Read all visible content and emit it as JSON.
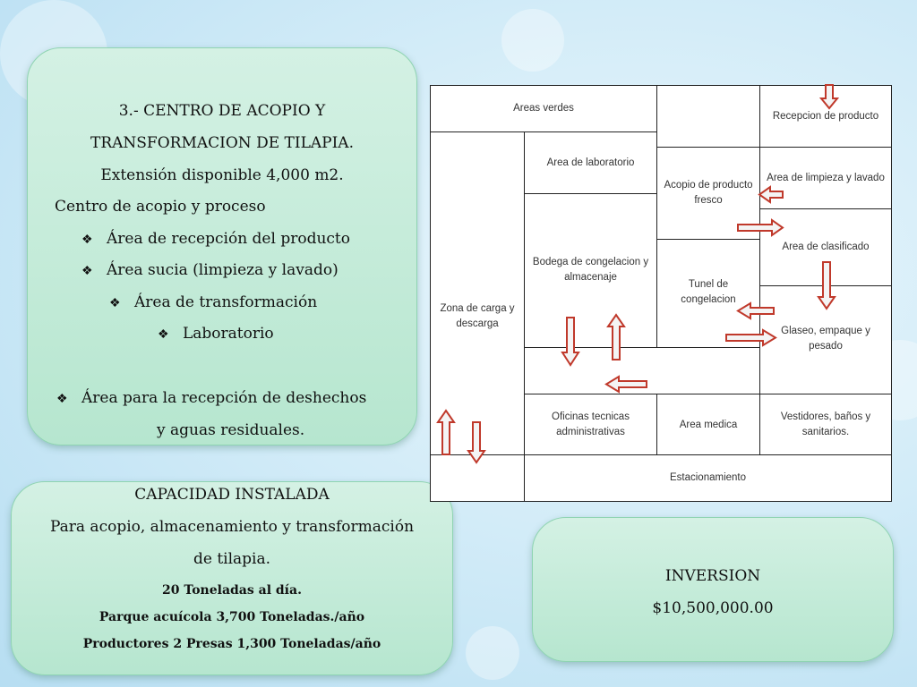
{
  "card1": {
    "line1": "3.- CENTRO DE ACOPIO Y",
    "line2": "TRANSFORMACION DE TILAPIA.",
    "line3": "Extensión disponible 4,000 m2.",
    "line4": "Centro de acopio y proceso",
    "bullets": [
      "Área de recepción del producto",
      "Área sucia  (limpieza y lavado)",
      "Área de transformación",
      "Laboratorio"
    ],
    "bullet5_line1": "Área para la  recepción de deshechos",
    "bullet5_line2": "y aguas residuales."
  },
  "card2": {
    "title": "CAPACIDAD INSTALADA",
    "line1": "Para  acopio, almacenamiento y transformación",
    "line2": "de tilapia.",
    "line3": "20 Toneladas al día.",
    "line4": "Parque acuícola    3,700  Toneladas./año",
    "line5": "Productores 2 Presas  1,300 Toneladas/año"
  },
  "card3": {
    "title": "INVERSION",
    "amount": "$10,500,000.00"
  },
  "plan": {
    "areas_verdes": "Areas verdes",
    "recepcion": "Recepcion de producto",
    "laboratorio": "Area de laboratorio",
    "acopio": "Acopio de producto fresco",
    "limpieza": "Area de limpieza y lavado",
    "clasificado": "Area de clasificado",
    "bodega": "Bodega de congelacion y almacenaje",
    "zona_carga": "Zona de carga y descarga",
    "tunel": "Tunel de congelacion",
    "glaseo": "Glaseo, empaque y pesado",
    "oficinas": "Oficinas tecnicas administrativas",
    "medica": "Area medica",
    "vestidores": "Vestidores, baños y sanitarios.",
    "estacionamiento": "Estacionamiento"
  },
  "colors": {
    "arrow": "#c0392b",
    "card_bg": "#c5ecd9",
    "card_border": "#8fd4b2"
  }
}
